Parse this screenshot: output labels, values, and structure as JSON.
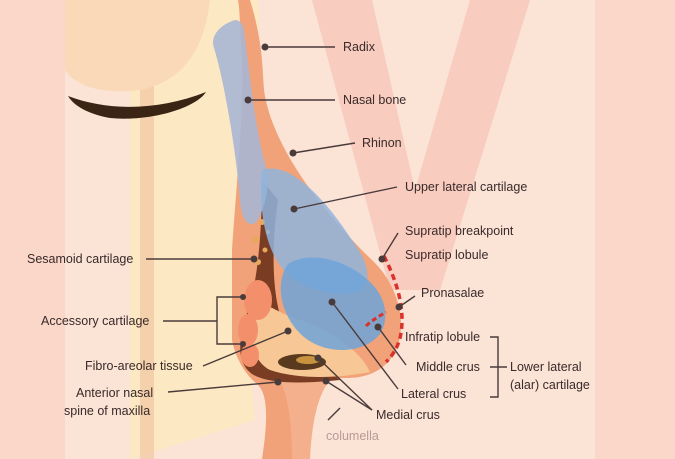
{
  "labels": {
    "radix": "Radix",
    "nasal_bone": "Nasal bone",
    "rhinon": "Rhinon",
    "upper_lateral_cartilage": "Upper lateral cartilage",
    "supratip_breakpoint": "Supratip breakpoint",
    "supratip_lobule": "Supratip lobule",
    "sesamoid_cartilage": "Sesamoid cartilage",
    "pronasalae": "Pronasalae",
    "accessory_cartilage": "Accessory cartilage",
    "infratip_lobule": "Infratip lobule",
    "fibro_areolar_tissue": "Fibro-areolar tissue",
    "middle_crus": "Middle crus",
    "lower_lateral_line1": "Lower lateral",
    "lower_lateral_line2": "(alar) cartilage",
    "anterior_nasal_line1": "Anterior nasal",
    "anterior_nasal_line2": "spine of maxilla",
    "lateral_crus": "Lateral crus",
    "medial_crus": "Medial crus",
    "columella": "columella"
  },
  "colors": {
    "background": "#fbe3d6",
    "skin": "#f2a279",
    "bone": "#fce8c2",
    "cartilage_blue": "#8fb4dc",
    "soft_tissue": "#f7c896",
    "dark_tissue": "#7a3d24",
    "leader": "#4a3b3b",
    "dotted_contour": "#d8322b",
    "logo": "#f6b9ad"
  }
}
